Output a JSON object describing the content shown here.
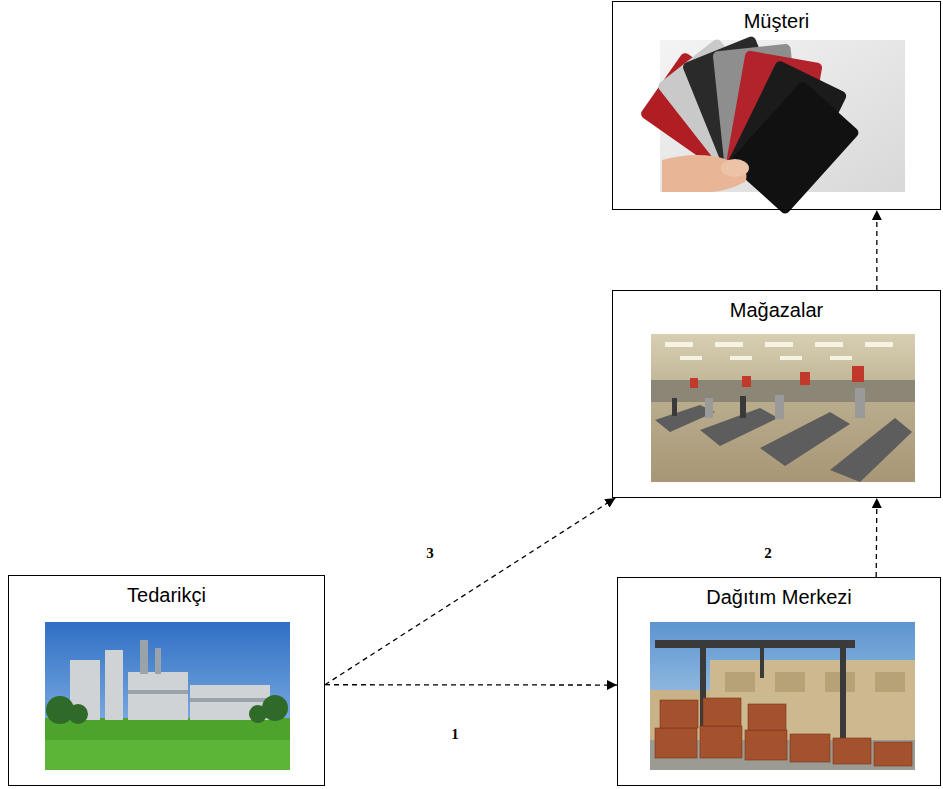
{
  "diagram": {
    "nodes": [
      {
        "text": [
          "Müşteri"
        ]
      },
      {
        "text": [
          "Mağazalar"
        ]
      },
      {
        "text": [
          "Tedarikçi"
        ]
      },
      {
        "text": [
          "Dağıtım  Merkezi"
        ]
      }
    ],
    "edges": [
      {
        "from": 2,
        "to": 3,
        "arrow": "to",
        "label": "1"
      },
      {
        "from": 3,
        "to": 1,
        "arrow": "to",
        "label": "2"
      },
      {
        "from": 2,
        "to": 1,
        "arrow": "to",
        "label": "3"
      },
      {
        "from": 1,
        "to": 0,
        "arrow": "to"
      }
    ]
  }
}
